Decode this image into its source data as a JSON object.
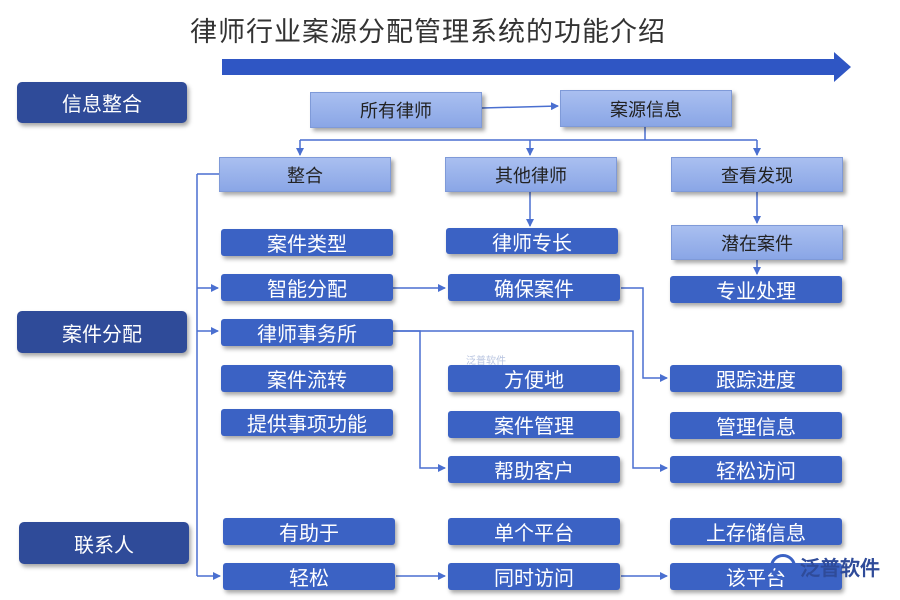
{
  "title": "律师行业案源分配管理系统的功能介绍",
  "sections": {
    "info": "信息整合",
    "assign": "案件分配",
    "contact": "联系人"
  },
  "top": {
    "all_lawyers": "所有律师",
    "case_info": "案源信息"
  },
  "col_heads": {
    "integrate": "整合",
    "other_lawyers": "其他律师",
    "find": "查看发现"
  },
  "boxes": {
    "case_type": "案件类型",
    "lawyer_specialty": "律师专长",
    "potential_case": "潜在案件",
    "smart_assign": "智能分配",
    "ensure_case": "确保案件",
    "pro_handling": "专业处理",
    "law_firm": "律师事务所",
    "case_flow": "案件流转",
    "convenient": "方便地",
    "track_progress": "跟踪进度",
    "provide_matters": "提供事项功能",
    "case_mgmt": "案件管理",
    "manage_info": "管理信息",
    "help_clients": "帮助客户",
    "easy_access": "轻松访问",
    "helps": "有助于",
    "single_platform": "单个平台",
    "store_info": "上存储信息",
    "easy": "轻松",
    "simultaneous_access": "同时访问",
    "this_platform": "该平台"
  },
  "watermarks": {
    "small": "泛普软件",
    "brand": "泛普软件",
    "logo_char": "e"
  },
  "colors": {
    "section_bg": "#2f4b99",
    "dark_box_bg": "#3b62c4",
    "light_box_bg": "#9bb3ec",
    "line": "#4a6fd0"
  }
}
